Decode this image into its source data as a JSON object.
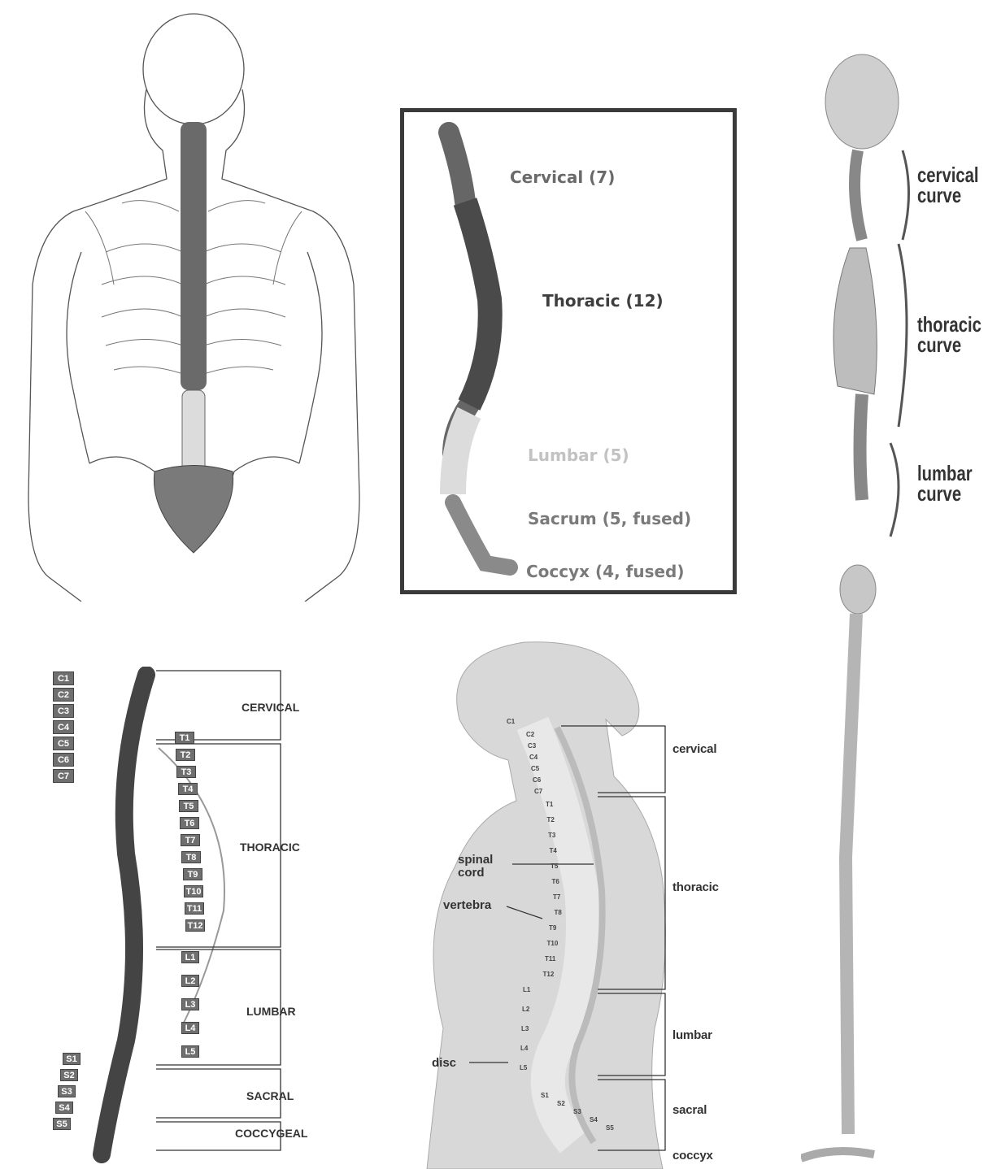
{
  "inset": {
    "labels": [
      {
        "text": "Cervical (7)",
        "color": "#6a6a6a"
      },
      {
        "text": "Thoracic (12)",
        "color": "#3e3e3e"
      },
      {
        "text": "Lumbar (5)",
        "color": "#c2c2c2"
      },
      {
        "text": "Sacrum (5, fused)",
        "color": "#7a7a7a"
      },
      {
        "text": "Coccyx (4, fused)",
        "color": "#7a7a7a"
      }
    ]
  },
  "bottom_left": {
    "cervical_boxes": [
      "C1",
      "C2",
      "C3",
      "C4",
      "C5",
      "C6",
      "C7"
    ],
    "thoracic_boxes": [
      "T1",
      "T2",
      "T3",
      "T4",
      "T5",
      "T6",
      "T7",
      "T8",
      "T9",
      "T10",
      "T11",
      "T12"
    ],
    "lumbar_boxes": [
      "L1",
      "L2",
      "L3",
      "L4",
      "L5"
    ],
    "sacral_boxes": [
      "S1",
      "S2",
      "S3",
      "S4",
      "S5"
    ],
    "region_labels": [
      "CERVICAL",
      "THORACIC",
      "LUMBAR",
      "SACRAL",
      "COCCYGEAL"
    ]
  },
  "bottom_center": {
    "vertebra_labels": [
      "C1",
      "C2",
      "C3",
      "C4",
      "C5",
      "C6",
      "C7",
      "T1",
      "T2",
      "T3",
      "T4",
      "T5",
      "T6",
      "T7",
      "T8",
      "T9",
      "T10",
      "T11",
      "T12",
      "L1",
      "L2",
      "L3",
      "L4",
      "L5",
      "S1",
      "S2",
      "S3",
      "S4",
      "S5"
    ],
    "callouts": {
      "spinal_cord": "spinal\ncord",
      "vertebra": "vertebra",
      "disc": "disc"
    },
    "region_labels": [
      "cervical",
      "thoracic",
      "lumbar",
      "sacral",
      "coccyx"
    ]
  },
  "right": {
    "curves": [
      {
        "line1": "cervical",
        "line2": "curve"
      },
      {
        "line1": "thoracic",
        "line2": "curve"
      },
      {
        "line1": "lumbar",
        "line2": "curve"
      }
    ]
  }
}
